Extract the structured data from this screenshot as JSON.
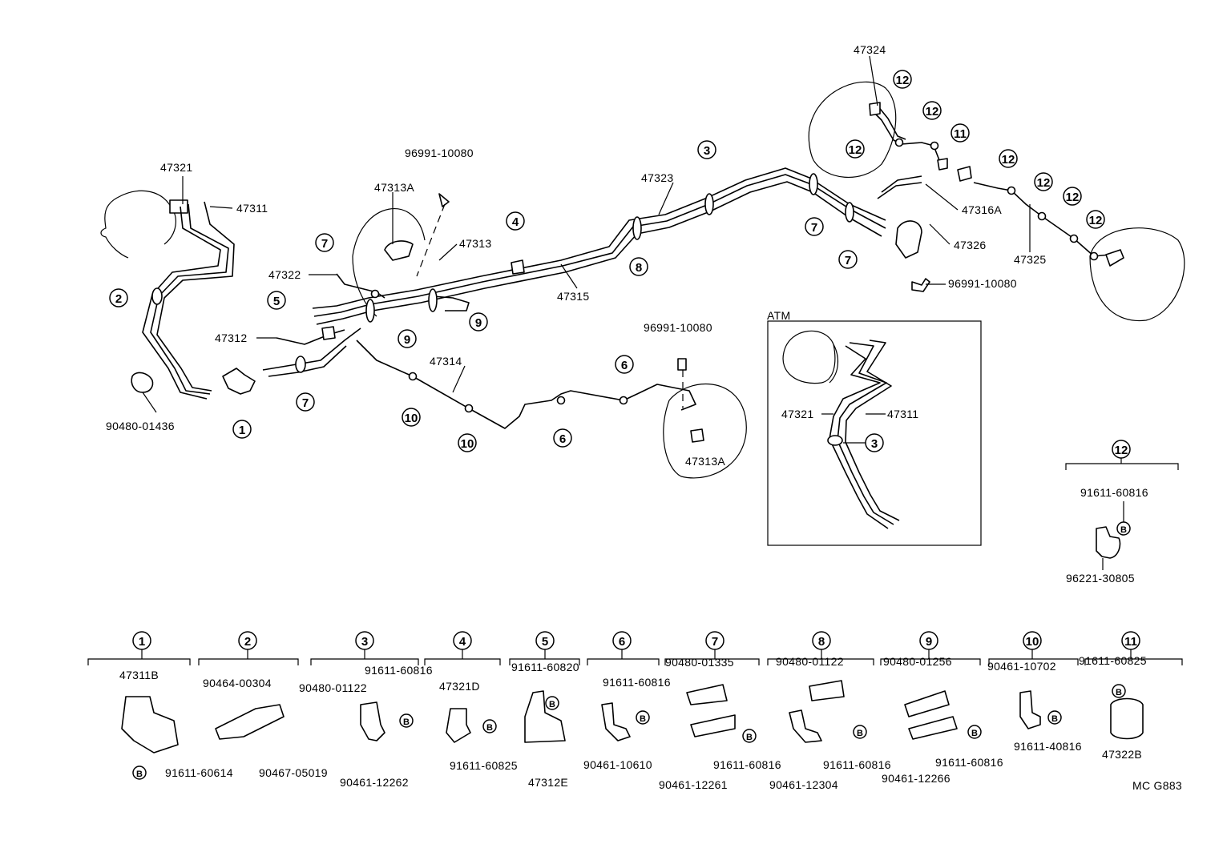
{
  "diagram": {
    "code": "MC G883",
    "atm_label": "ATM",
    "callout_b": "B",
    "top_labels": [
      {
        "id": "t-47321",
        "text": "47321"
      },
      {
        "id": "t-47311",
        "text": "47311"
      },
      {
        "id": "t-47313A-a",
        "text": "47313A"
      },
      {
        "id": "t-96991-a",
        "text": "96991-10080"
      },
      {
        "id": "t-47313",
        "text": "47313"
      },
      {
        "id": "t-47322",
        "text": "47322"
      },
      {
        "id": "t-47312",
        "text": "47312"
      },
      {
        "id": "t-47315",
        "text": "47315"
      },
      {
        "id": "t-47323",
        "text": "47323"
      },
      {
        "id": "t-47314",
        "text": "47314"
      },
      {
        "id": "t-96991-b",
        "text": "96991-10080"
      },
      {
        "id": "t-47313A-b",
        "text": "47313A"
      },
      {
        "id": "t-90480-01436",
        "text": "90480-01436"
      },
      {
        "id": "t-47324",
        "text": "47324"
      },
      {
        "id": "t-47316A",
        "text": "47316A"
      },
      {
        "id": "t-47326",
        "text": "47326"
      },
      {
        "id": "t-96991-c",
        "text": "96991-10080"
      },
      {
        "id": "t-47325",
        "text": "47325"
      },
      {
        "id": "t-atm-47321",
        "text": "47321"
      },
      {
        "id": "t-atm-47311",
        "text": "47311"
      },
      {
        "id": "t-12-91611-60816",
        "text": "91611-60816"
      },
      {
        "id": "t-12-96221-30805",
        "text": "96221-30805"
      }
    ],
    "callouts": [
      {
        "id": "c2",
        "n": "2"
      },
      {
        "id": "c7a",
        "n": "7"
      },
      {
        "id": "c5",
        "n": "5"
      },
      {
        "id": "c9a",
        "n": "9"
      },
      {
        "id": "c9b",
        "n": "9"
      },
      {
        "id": "c7b",
        "n": "7"
      },
      {
        "id": "c1",
        "n": "1"
      },
      {
        "id": "c4",
        "n": "4"
      },
      {
        "id": "c8",
        "n": "8"
      },
      {
        "id": "c3",
        "n": "3"
      },
      {
        "id": "c7c",
        "n": "7"
      },
      {
        "id": "c7d",
        "n": "7"
      },
      {
        "id": "c10a",
        "n": "10"
      },
      {
        "id": "c10b",
        "n": "10"
      },
      {
        "id": "c6a",
        "n": "6"
      },
      {
        "id": "c6b",
        "n": "6"
      },
      {
        "id": "c12a",
        "n": "12"
      },
      {
        "id": "c12b",
        "n": "12"
      },
      {
        "id": "c11",
        "n": "11"
      },
      {
        "id": "c12c",
        "n": "12"
      },
      {
        "id": "c12d",
        "n": "12"
      },
      {
        "id": "c12e",
        "n": "12"
      },
      {
        "id": "c12f",
        "n": "12"
      },
      {
        "id": "c12g",
        "n": "12"
      },
      {
        "id": "c3atm",
        "n": "3"
      },
      {
        "id": "c12detail",
        "n": "12"
      }
    ],
    "groups": [
      {
        "n": "1",
        "parts": [
          "47311B",
          "91611-60614"
        ]
      },
      {
        "n": "2",
        "parts": [
          "90464-00304",
          "90467-05019"
        ]
      },
      {
        "n": "3",
        "parts": [
          "91611-60816",
          "90480-01122",
          "90461-12262"
        ]
      },
      {
        "n": "4",
        "parts": [
          "47321D",
          "91611-60825"
        ]
      },
      {
        "n": "5",
        "parts": [
          "91611-60820",
          "47312E"
        ]
      },
      {
        "n": "6",
        "parts": [
          "91611-60816",
          "90461-10610"
        ]
      },
      {
        "n": "7",
        "parts": [
          "90480-01335",
          "91611-60816",
          "90461-12261"
        ]
      },
      {
        "n": "8",
        "parts": [
          "90480-01122",
          "91611-60816",
          "90461-12304"
        ]
      },
      {
        "n": "9",
        "parts": [
          "90480-01256",
          "91611-60816",
          "90461-12266"
        ]
      },
      {
        "n": "10",
        "parts": [
          "90461-10702",
          "91611-40816"
        ]
      },
      {
        "n": "11",
        "parts": [
          "91611-60825",
          "47322B"
        ]
      }
    ]
  }
}
